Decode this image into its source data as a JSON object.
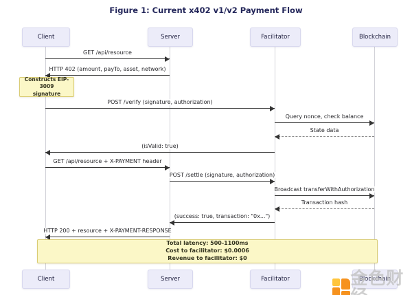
{
  "title": "Figure 1: Current x402 v1/v2 Payment Flow",
  "diagram": {
    "actors": [
      {
        "id": "client",
        "name": "Client"
      },
      {
        "id": "server",
        "name": "Server"
      },
      {
        "id": "facilitator",
        "name": "Facilitator"
      },
      {
        "id": "blockchain",
        "name": "Blockchain"
      }
    ],
    "messages": [
      {
        "from": "client",
        "to": "server",
        "label": "GET /api/resource",
        "line": "solid"
      },
      {
        "from": "server",
        "to": "client",
        "label": "HTTP 402 (amount, payTo, asset, network)",
        "line": "solid"
      },
      {
        "from": "client",
        "to": "facilitator",
        "label": "POST /verify (signature, authorization)",
        "line": "solid"
      },
      {
        "from": "facilitator",
        "to": "blockchain",
        "label": "Query nonce, check balance",
        "line": "solid"
      },
      {
        "from": "blockchain",
        "to": "facilitator",
        "label": "State data",
        "line": "dashed"
      },
      {
        "from": "facilitator",
        "to": "client",
        "label": "(isValid: true)",
        "line": "solid"
      },
      {
        "from": "client",
        "to": "server",
        "label": "GET /api/resource + X-PAYMENT header",
        "line": "solid"
      },
      {
        "from": "server",
        "to": "facilitator",
        "label": "POST /settle (signature, authorization)",
        "line": "solid"
      },
      {
        "from": "facilitator",
        "to": "blockchain",
        "label": "Broadcast transferWithAuthorization",
        "line": "solid"
      },
      {
        "from": "blockchain",
        "to": "facilitator",
        "label": "Transaction hash",
        "line": "dashed"
      },
      {
        "from": "facilitator",
        "to": "server",
        "label": "(success: true, transaction: \"0x...\")",
        "line": "solid"
      },
      {
        "from": "server",
        "to": "client",
        "label": "HTTP 200 + resource + X-PAYMENT-RESPONSE",
        "line": "solid"
      }
    ],
    "notes": [
      {
        "id": "eip3009-note",
        "lines": [
          "Constructs EIP-3009",
          "signature"
        ]
      },
      {
        "id": "summary-note",
        "lines": [
          "Total latency: 500-1100ms",
          "Cost to facilitator: $0.0006",
          "Revenue to facilitator: $0"
        ]
      }
    ]
  },
  "watermark": {
    "text": "金色财经"
  },
  "colors": {
    "actor_fill": "#ECECF9",
    "actor_border": "#D8D8EE",
    "actor_text": "#1C1C3C",
    "note_fill": "#FBF7C7",
    "note_border": "#D9CC74",
    "arrow": "#333333",
    "title_text": "#23265A",
    "watermark_orange": "#F6921E",
    "watermark_yellow": "#FFC53D",
    "watermark_text": "#BFBFBF"
  }
}
